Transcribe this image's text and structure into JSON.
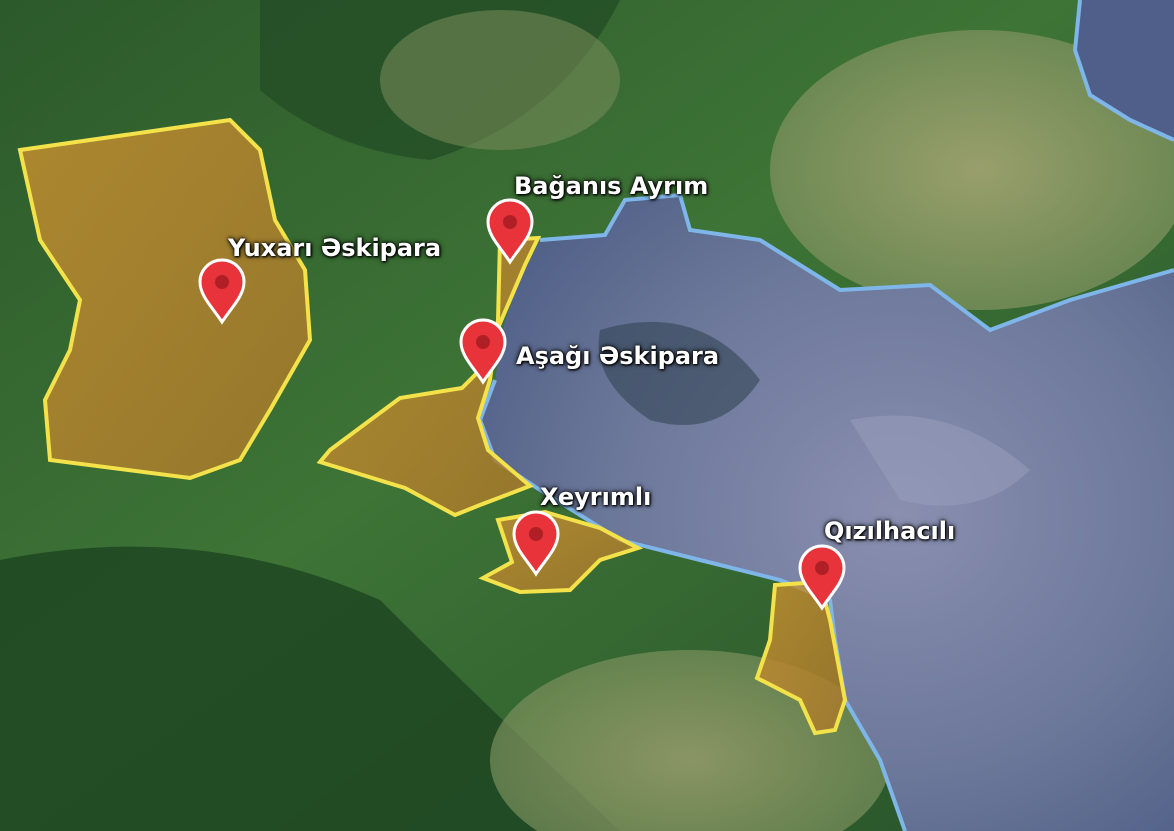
{
  "colors": {
    "forest_dark": "#1f4a24",
    "forest": "#3f7336",
    "terrain_light": "#8f9a6a",
    "blue_terrain": "#6a7a9c",
    "border_blue": "#7fb6ea",
    "highlight_fill": "#d49a2e",
    "highlight_stroke": "#f3e24a",
    "marker_red": "#e8333a",
    "label_text": "#ffffff"
  },
  "marker_icon": "map-pin-icon",
  "places": [
    {
      "id": "yuxari-eskipara",
      "label": "Yuxarı Əskipara"
    },
    {
      "id": "baganis-ayrim",
      "label": "Bağanıs Ayrım"
    },
    {
      "id": "asagi-eskipara",
      "label": "Aşağı Əskipara"
    },
    {
      "id": "xeyrimli",
      "label": "Xeyrımlı"
    },
    {
      "id": "qizilhacili",
      "label": "Qızılhacılı"
    }
  ]
}
